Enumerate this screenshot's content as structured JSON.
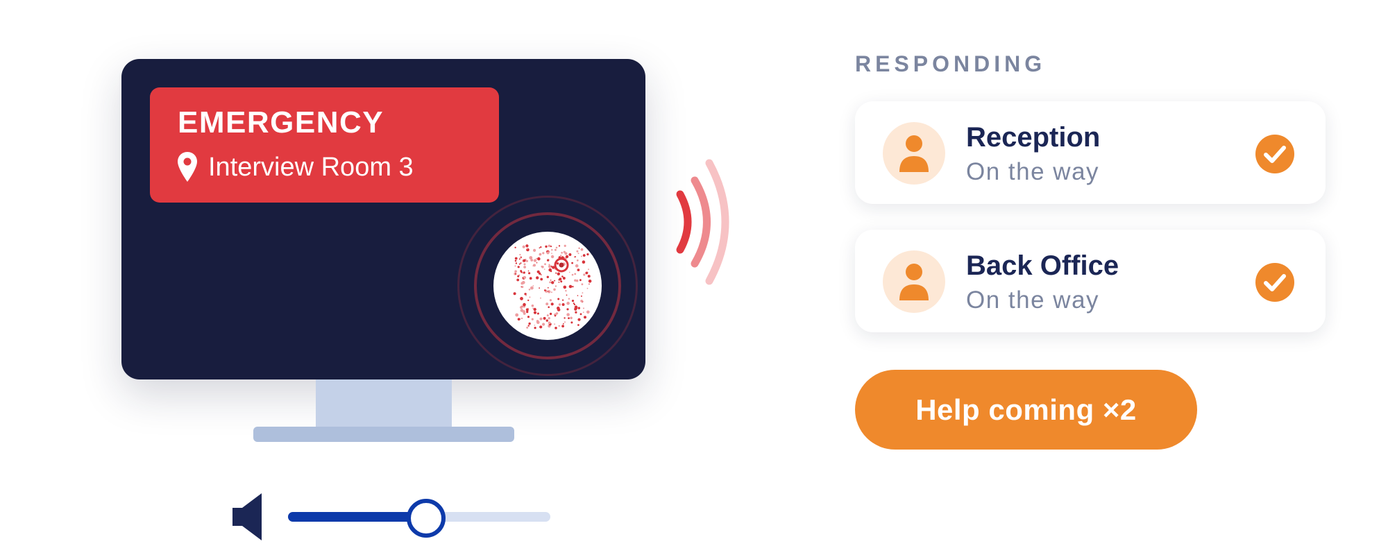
{
  "alert": {
    "title": "EMERGENCY",
    "location": "Interview Room 3",
    "color": "#e13a40"
  },
  "volume": {
    "level_percent": 52,
    "icon": "speaker-icon"
  },
  "responding": {
    "heading": "RESPONDING",
    "responders": [
      {
        "name": "Reception",
        "status": "On the way",
        "icon": "person-icon",
        "confirmed": true
      },
      {
        "name": "Back Office",
        "status": "On the way",
        "icon": "person-icon",
        "confirmed": true
      }
    ]
  },
  "help_button": {
    "label": "Help coming ×2",
    "color": "#ef892c"
  },
  "colors": {
    "screen": "#181d3e",
    "accent_orange": "#ef892c",
    "slider_blue": "#0d3aaa",
    "text_dark": "#1b2655",
    "text_muted": "#7b859f"
  }
}
